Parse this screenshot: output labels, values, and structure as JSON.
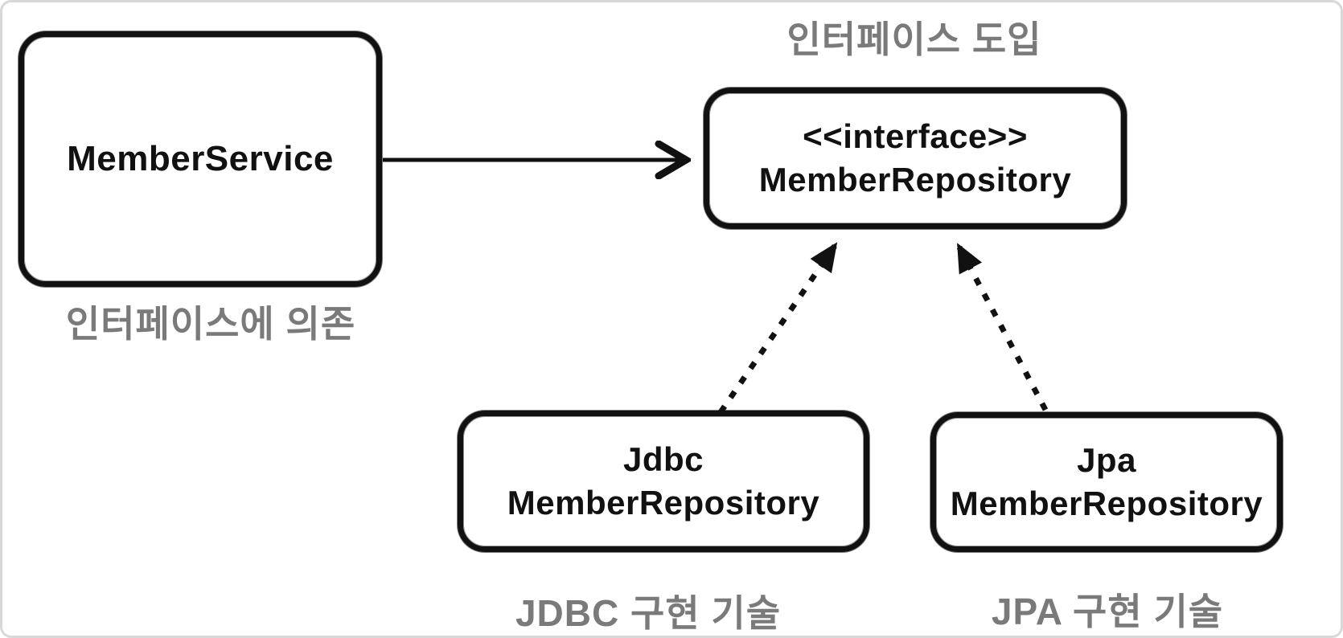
{
  "diagram": {
    "annotations": {
      "interface_intro": "인터페이스 도입",
      "depends_on_interface": "인터페이스에 의존",
      "jdbc_tech": "JDBC 구현 기술",
      "jpa_tech": "JPA 구현 기술"
    },
    "nodes": {
      "member_service": {
        "line1": "MemberService"
      },
      "member_repository_interface": {
        "line1": "<<interface>>",
        "line2": "MemberRepository"
      },
      "jdbc_member_repository": {
        "line1": "Jdbc",
        "line2": "MemberRepository"
      },
      "jpa_member_repository": {
        "line1": "Jpa",
        "line2": "MemberRepository"
      }
    },
    "colors": {
      "ink": "#111111",
      "annotation_gray": "#7a7a7a",
      "frame_border": "#d8d8d8",
      "background": "#ffffff"
    }
  }
}
